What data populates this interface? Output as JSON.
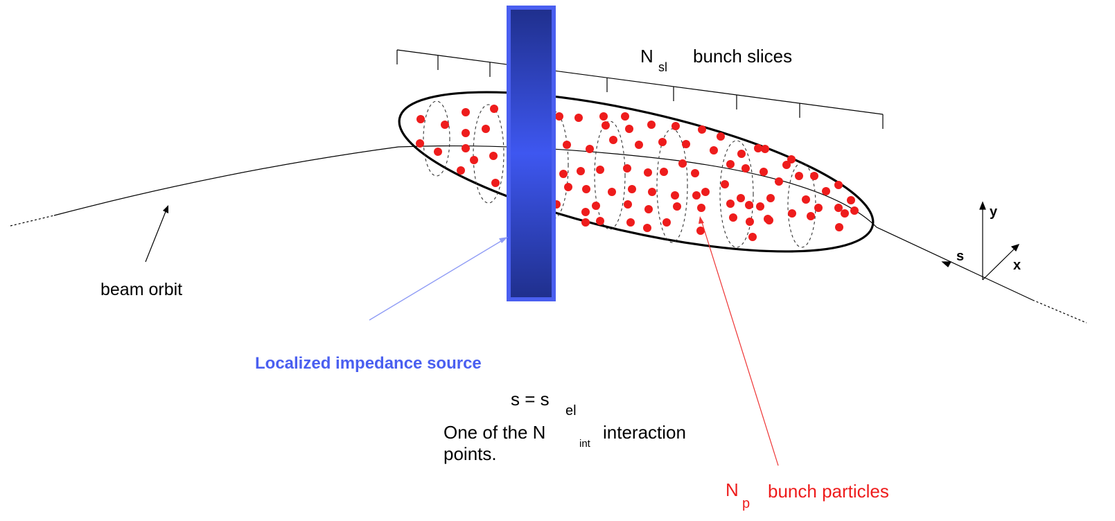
{
  "labels": {
    "beam_orbit": "beam orbit",
    "slices_symbol": "N",
    "slices_sub": "sl",
    "slices_text": "bunch slices",
    "impedance_source": "Localized impedance source",
    "s_eq": "s = s",
    "s_sub": "el",
    "interaction_line1_pre": "One of the N",
    "interaction_sub": "int",
    "interaction_line1_post": "interaction",
    "interaction_line2": "points.",
    "particles_symbol": "N",
    "particles_sub": "p",
    "particles_text": "bunch particles",
    "axis_y": "y",
    "axis_x": "x",
    "axis_s": "s"
  },
  "colors": {
    "particle": "#ee1c1c",
    "impedance": "#3c4fe8",
    "impedance_label": "#4a5ff0",
    "particles_pointer": "#ee3333",
    "impedance_pointer": "#8f9cf5"
  }
}
